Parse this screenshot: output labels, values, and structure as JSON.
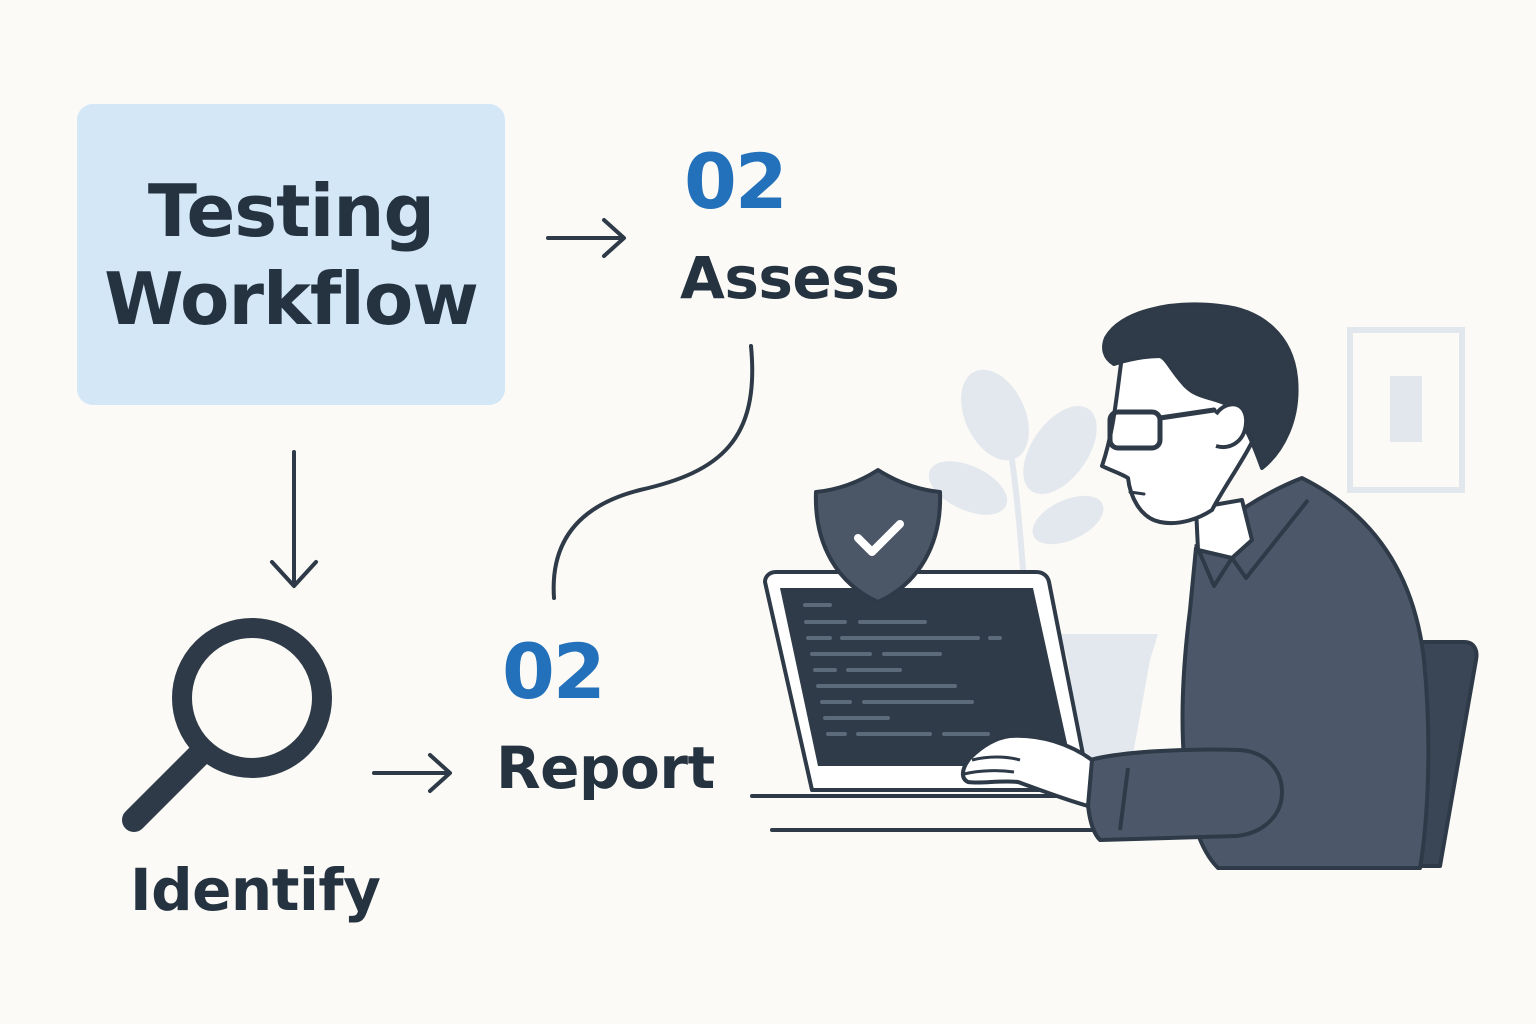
{
  "diagram": {
    "title_line1": "Testing",
    "title_line2": "Workflow",
    "assess_number": "02",
    "assess_label": "Assess",
    "report_number": "02",
    "report_label": "Report",
    "identify_label": "Identify"
  },
  "icons": {
    "magnifier": "search-icon",
    "shield": "shield-check-icon"
  },
  "colors": {
    "background": "#fbfaf6",
    "title_box": "#d3e7f7",
    "accent_blue": "#2371bb",
    "ink": "#253341",
    "shirt": "#4c5869",
    "screen": "#2f3b48"
  }
}
